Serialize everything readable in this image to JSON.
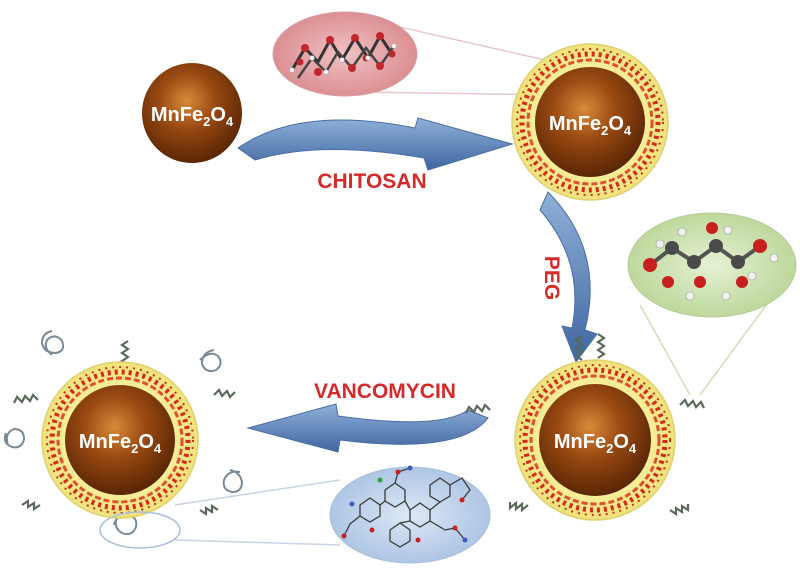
{
  "nanoparticle": {
    "formula_base": "MnFe",
    "formula_sub1": "2",
    "formula_mid": "O",
    "formula_sub2": "4"
  },
  "steps": {
    "step1": "CHITOSAN",
    "step2": "PEG",
    "step3": "VANCOMYCIN"
  },
  "colors": {
    "core": "#7a3a0a",
    "core_highlight": "#d98a3a",
    "shell": "#f4ec8c",
    "polymer": "#d42a1a",
    "arrow": "#5b7fb5",
    "label": "#d42a2a",
    "peg_chain": "#5a6a5a",
    "drug_chain": "#7a8a98",
    "chitosan_bubble": "#e6a4a6",
    "peg_bubble": "#cfe3b0",
    "vanco_bubble": "#c4d6ee"
  }
}
